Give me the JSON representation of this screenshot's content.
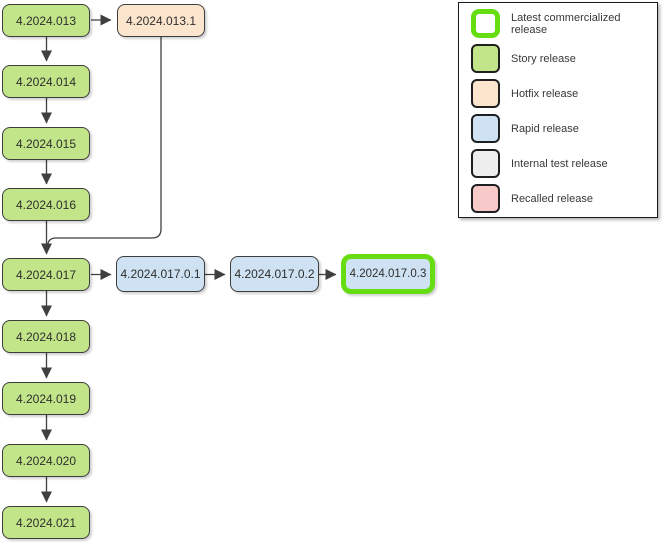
{
  "diagram": {
    "nodes": [
      {
        "id": "n013",
        "label": "4.2024.013",
        "type": "story"
      },
      {
        "id": "n0131",
        "label": "4.2024.013.1",
        "type": "hotfix"
      },
      {
        "id": "n014",
        "label": "4.2024.014",
        "type": "story"
      },
      {
        "id": "n015",
        "label": "4.2024.015",
        "type": "story"
      },
      {
        "id": "n016",
        "label": "4.2024.016",
        "type": "story"
      },
      {
        "id": "n017",
        "label": "4.2024.017",
        "type": "story"
      },
      {
        "id": "n01701",
        "label": "4.2024.017.0.1",
        "type": "rapid"
      },
      {
        "id": "n01702",
        "label": "4.2024.017.0.2",
        "type": "rapid"
      },
      {
        "id": "n01703",
        "label": "4.2024.017.0.3",
        "type": "rapid",
        "latest": true
      },
      {
        "id": "n018",
        "label": "4.2024.018",
        "type": "story"
      },
      {
        "id": "n019",
        "label": "4.2024.019",
        "type": "story"
      },
      {
        "id": "n020",
        "label": "4.2024.020",
        "type": "story"
      },
      {
        "id": "n021",
        "label": "4.2024.021",
        "type": "story"
      }
    ],
    "edges": [
      {
        "from": "4.2024.013",
        "to": "4.2024.013.1"
      },
      {
        "from": "4.2024.013",
        "to": "4.2024.014"
      },
      {
        "from": "4.2024.014",
        "to": "4.2024.015"
      },
      {
        "from": "4.2024.015",
        "to": "4.2024.016"
      },
      {
        "from": "4.2024.016",
        "to": "4.2024.017"
      },
      {
        "from": "4.2024.013.1",
        "to": "4.2024.017"
      },
      {
        "from": "4.2024.017",
        "to": "4.2024.017.0.1"
      },
      {
        "from": "4.2024.017.0.1",
        "to": "4.2024.017.0.2"
      },
      {
        "from": "4.2024.017.0.2",
        "to": "4.2024.017.0.3"
      },
      {
        "from": "4.2024.017",
        "to": "4.2024.018"
      },
      {
        "from": "4.2024.018",
        "to": "4.2024.019"
      },
      {
        "from": "4.2024.019",
        "to": "4.2024.020"
      },
      {
        "from": "4.2024.020",
        "to": "4.2024.021"
      }
    ]
  },
  "legend": {
    "items": [
      {
        "key": "latest",
        "label": "Latest commercialized release"
      },
      {
        "key": "story",
        "label": "Story release"
      },
      {
        "key": "hotfix",
        "label": "Hotfix release"
      },
      {
        "key": "rapid",
        "label": "Rapid release"
      },
      {
        "key": "internal",
        "label": "Internal test release"
      },
      {
        "key": "recalled",
        "label": "Recalled release"
      }
    ]
  },
  "colors": {
    "story": "#c2e589",
    "hotfix": "#fce5cd",
    "rapid": "#cfe2f3",
    "internal": "#eeeeee",
    "recalled": "#f8c9c9",
    "latest_border": "#65dd11",
    "node_border": "#3d3d3d",
    "edge": "#3f3f3f"
  }
}
